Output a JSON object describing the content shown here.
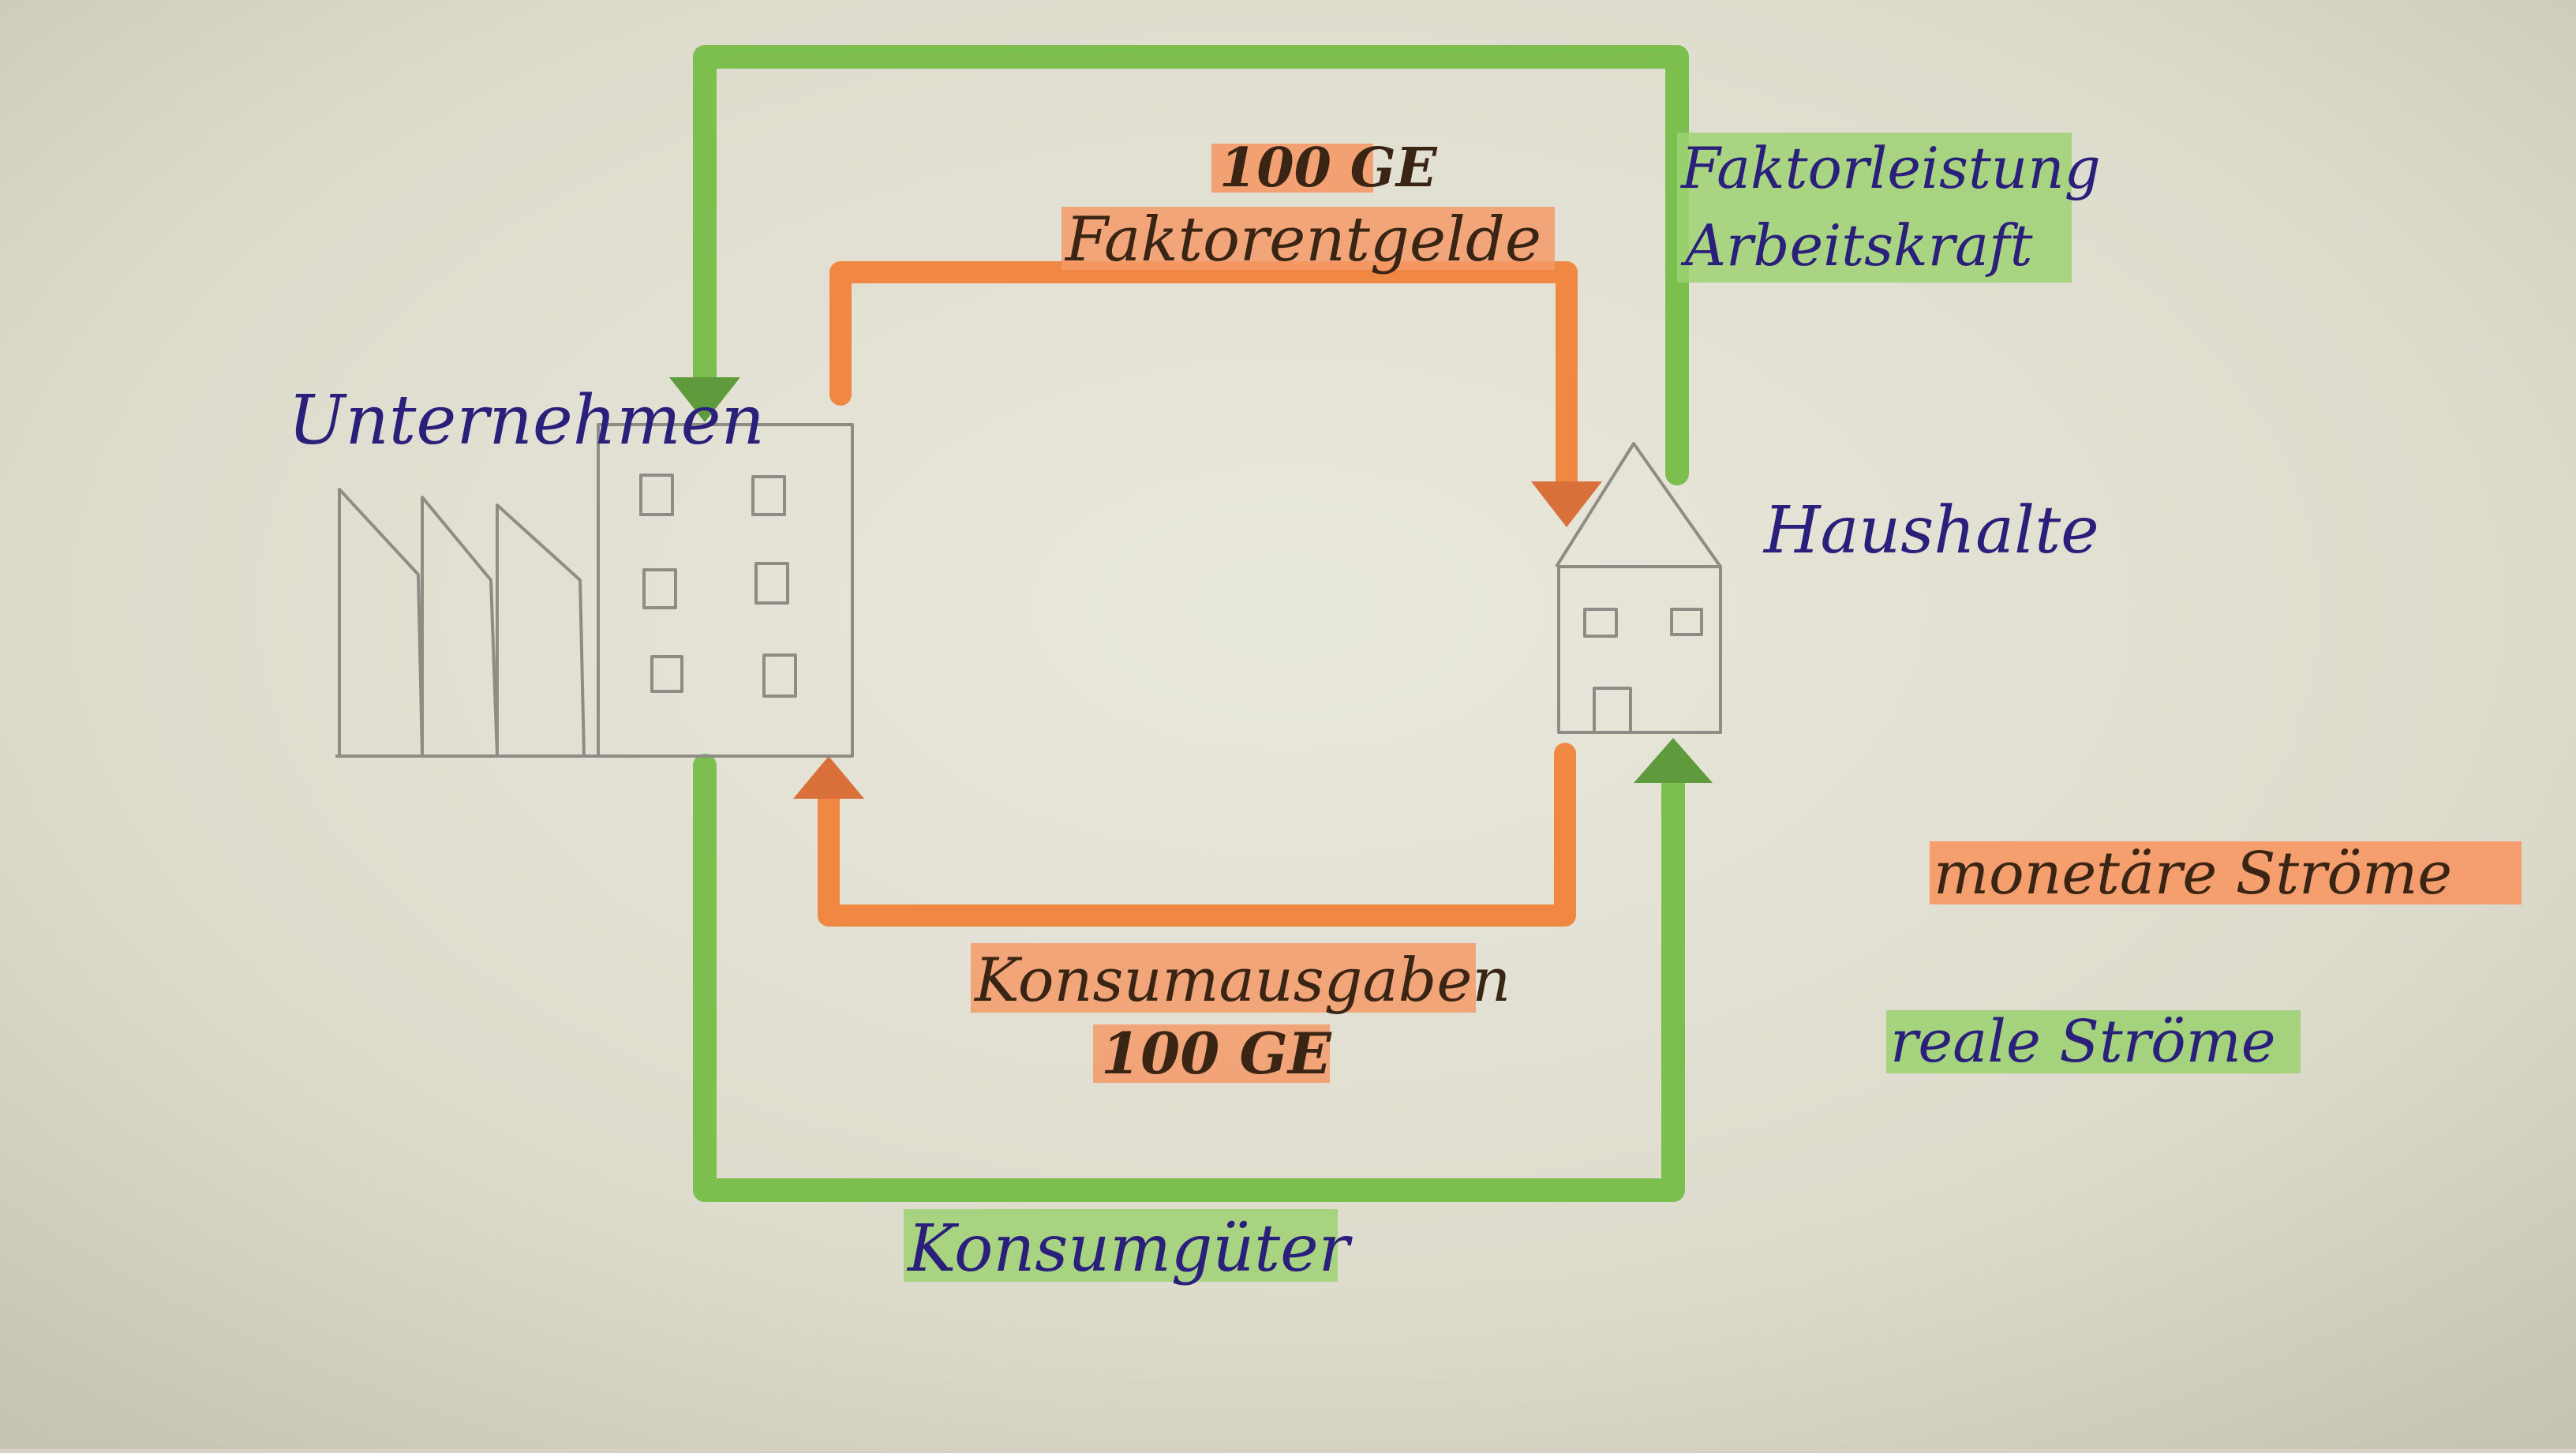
{
  "nodes": {
    "firm": {
      "label": "Unternehmen"
    },
    "household": {
      "label": "Haushalte"
    }
  },
  "flows": {
    "factor_income": {
      "amount": "100 GE",
      "label": "Faktorentgelde"
    },
    "factor_labor": {
      "line1": "Faktorleistung",
      "line2": "Arbeitskraft"
    },
    "consumer_spending": {
      "label": "Konsumausgaben",
      "amount": "100 GE"
    },
    "consumer_goods": {
      "label": "Konsumgüter"
    }
  },
  "legend": {
    "monetary": "monetäre Ströme",
    "real": "reale Ströme"
  },
  "colors": {
    "paper": "#e2e0d3",
    "monetary": "#f08844",
    "real": "#7cbf4e",
    "monetary_highlight": "#f59a68",
    "real_highlight": "#9fd274",
    "ink_text": "#2a1f7a",
    "ink_dark": "#3a2414",
    "pencil": "#8d8d86"
  }
}
